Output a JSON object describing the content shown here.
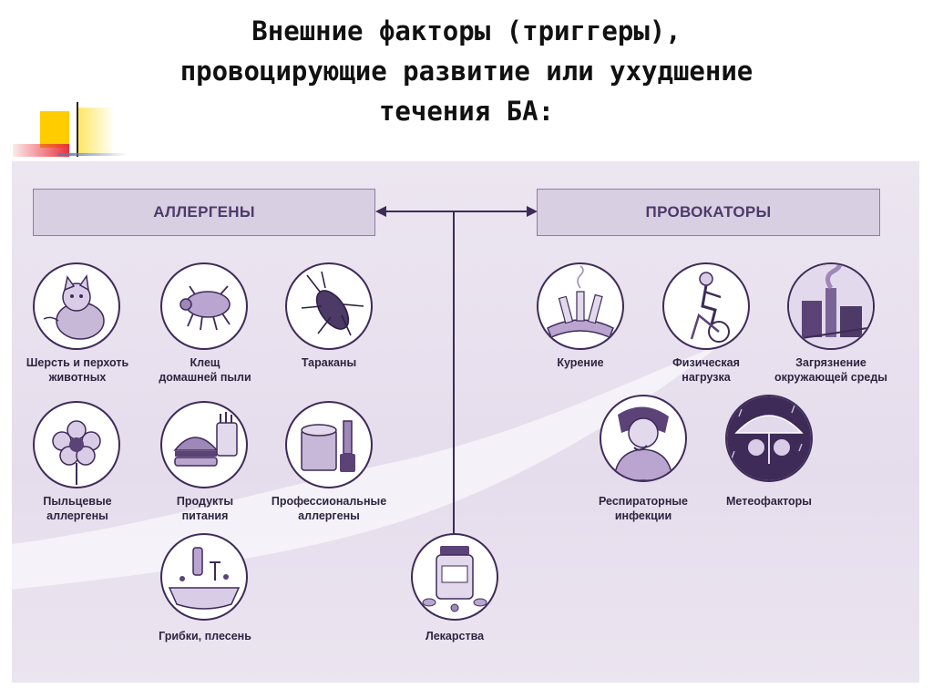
{
  "title": {
    "line1": "Внешние факторы (триггеры),",
    "line2": "провоцирующие развитие или ухудшение",
    "line3": "течения БА:"
  },
  "headers": {
    "allergens": "АЛЛЕРГЕНЫ",
    "provokers": "ПРОВОКАТОРЫ"
  },
  "allergens": {
    "animals": [
      "Шерсть и перхоть",
      "животных"
    ],
    "mite": [
      "Клещ",
      "домашней пыли"
    ],
    "cockroaches": [
      "Тараканы"
    ],
    "pollen": [
      "Пыльцевые",
      "аллергены"
    ],
    "food": [
      "Продукты",
      "питания"
    ],
    "professional": [
      "Профессиональные",
      "аллергены"
    ],
    "mold": [
      "Грибки, плесень"
    ]
  },
  "center": {
    "drugs": [
      "Лекарства"
    ]
  },
  "provokers": {
    "smoking": [
      "Курение"
    ],
    "exercise": [
      "Физическая",
      "нагрузка"
    ],
    "pollution": [
      "Загрязнение",
      "окружающей среды"
    ],
    "infections": [
      "Респираторные",
      "инфекции"
    ],
    "weather": [
      "Метеофакторы"
    ]
  },
  "colors": {
    "accent": "#3e2b58",
    "panel": "#ece6f1",
    "header_fill": "#d8cfe2",
    "header_text": "#4e3a6a",
    "deco_yellow": "#ffcc00",
    "deco_red": "#e8323c"
  },
  "icons": [
    "cat-icon",
    "mite-icon",
    "cockroach-icon",
    "flower-icon",
    "burger-icon",
    "paint-can-icon",
    "bathroom-icon",
    "pill-bottle-icon",
    "cigarettes-icon",
    "bicycle-icon",
    "factory-icon",
    "sick-person-icon",
    "umbrella-icon"
  ]
}
